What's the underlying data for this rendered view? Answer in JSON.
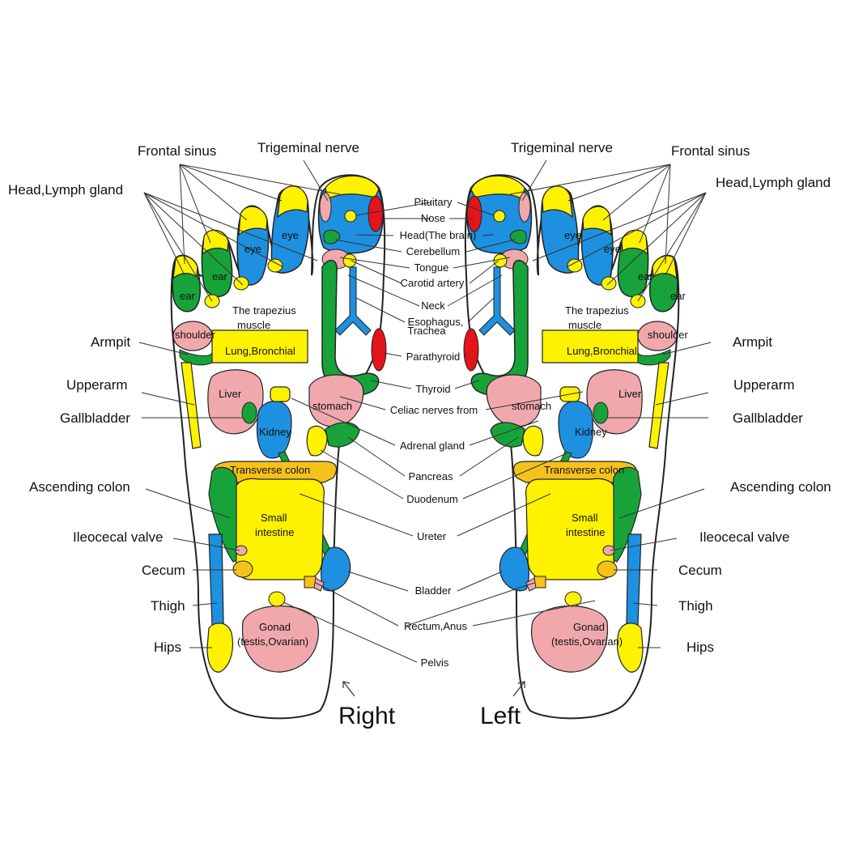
{
  "colors": {
    "yellow": "#fff200",
    "blue": "#1e90e0",
    "green": "#17a33a",
    "pink": "#f0a8ad",
    "red": "#e3141b",
    "orange": "#f5c21b",
    "outline": "#222222"
  },
  "feet": {
    "right_caption": "Right",
    "left_caption": "Left"
  },
  "side_labels": {
    "frontal_sinus": "Frontal sinus",
    "trigeminal_nerve": "Trigeminal nerve",
    "head_lymph_gland": "Head,Lymph gland",
    "armpit": "Armpit",
    "upperarm": "Upperarm",
    "gallbladder": "Gallbladder",
    "ascending_colon": "Ascending colon",
    "ileocecal_valve": "Ileocecal valve",
    "cecum": "Cecum",
    "thigh": "Thigh",
    "hips": "Hips"
  },
  "center_labels": {
    "pituitary": "Pituitary",
    "nose": "Nose",
    "head_brain": "Head(The brain)",
    "cerebellum": "Cerebellum",
    "tongue": "Tongue",
    "carotid_artery": "Carotid artery",
    "neck": "Neck",
    "esophagus": "Esophagus,",
    "trachea": "Trachea",
    "parathyroid": "Parathyroid",
    "thyroid": "Thyroid",
    "celiac_nerves": "Celiac nerves from",
    "adrenal_gland": "Adrenal gland",
    "pancreas": "Pancreas",
    "duodenum": "Duodenum",
    "ureter": "Ureter",
    "bladder": "Bladder",
    "rectum_anus": "Rectum,Anus",
    "pelvis": "Pelvis"
  },
  "inner_labels": {
    "eye": "eye",
    "ear": "ear",
    "trapezius_line1": "The trapezius",
    "trapezius_line2": "muscle",
    "shoulder": "shoulder",
    "lung_bronchial": "Lung,Bronchial",
    "liver": "Liver",
    "stomach": "stomach",
    "kidney": "Kidney",
    "transverse_colon": "Transverse colon",
    "small_intestine_line1": "Small",
    "small_intestine_line2": "intestine",
    "gonad_line1": "Gonad",
    "gonad_line2": "(testis,Ovarian)"
  }
}
